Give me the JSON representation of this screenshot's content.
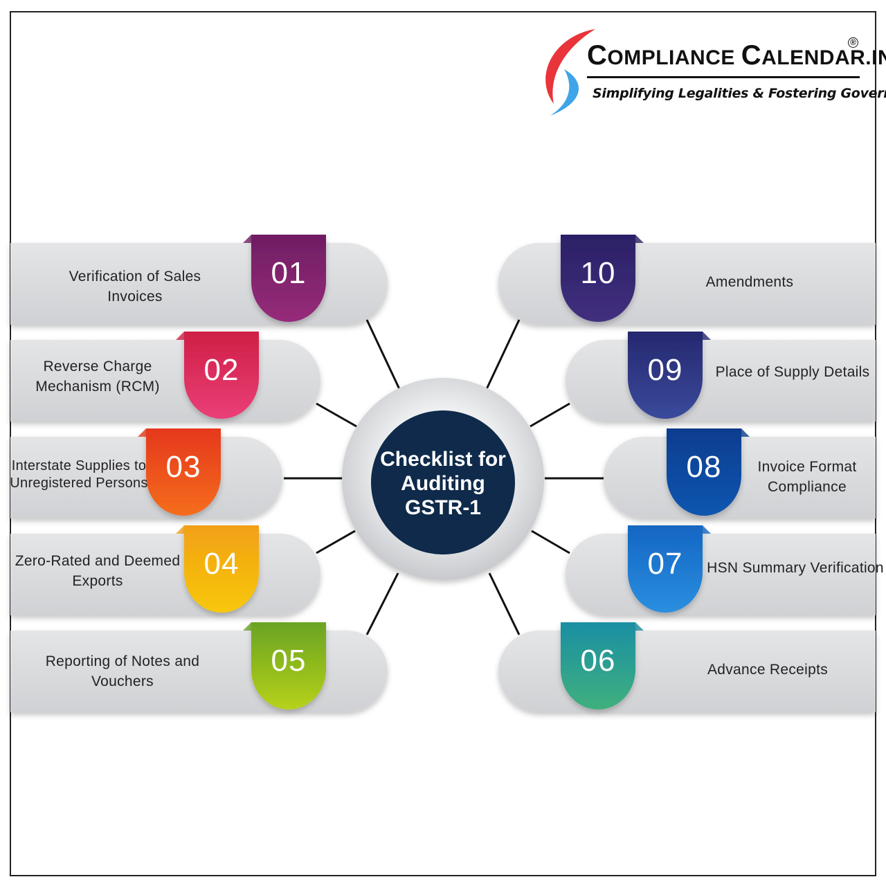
{
  "brand": {
    "name_c1": "C",
    "name_rest1": "OMPLIANCE ",
    "name_c2": "C",
    "name_rest2": "ALENDAR.IN",
    "registered_mark": "®",
    "tagline": "Simplifying Legalities & Fostering Governance",
    "colors": {
      "swoosh_red": "#e8343a",
      "swoosh_blue": "#3fa4e8"
    }
  },
  "hub": {
    "title": "Checklist for Auditing GSTR-1",
    "color": "#0f2a4a"
  },
  "checklist": [
    {
      "number": "01",
      "text": "Verification of Sales Invoices",
      "color_top": "#6f1d63",
      "color_bottom": "#962c7a"
    },
    {
      "number": "02",
      "text": "Reverse Charge Mechanism (RCM)",
      "color_top": "#cf1f45",
      "color_bottom": "#ea3f78"
    },
    {
      "number": "03",
      "text": "Interstate Supplies to Unregistered Persons",
      "color_top": "#e5381a",
      "color_bottom": "#f56d1e"
    },
    {
      "number": "04",
      "text": "Zero-Rated and Deemed Exports",
      "color_top": "#f2a015",
      "color_bottom": "#f7c809"
    },
    {
      "number": "05",
      "text": "Reporting of Notes and Vouchers",
      "color_top": "#6aa322",
      "color_bottom": "#b6d21b"
    },
    {
      "number": "06",
      "text": "Advance Receipts",
      "color_top": "#1a8fa3",
      "color_bottom": "#3fb07d"
    },
    {
      "number": "07",
      "text": "HSN Summary Verification",
      "color_top": "#1466c2",
      "color_bottom": "#2a8fe0"
    },
    {
      "number": "08",
      "text": "Invoice Format Compliance",
      "color_top": "#0b3d8f",
      "color_bottom": "#0d56b0"
    },
    {
      "number": "09",
      "text": "Place of Supply Details",
      "color_top": "#26286f",
      "color_bottom": "#3a4a9c"
    },
    {
      "number": "10",
      "text": "Amendments",
      "color_top": "#2b1f66",
      "color_bottom": "#42307e"
    }
  ]
}
